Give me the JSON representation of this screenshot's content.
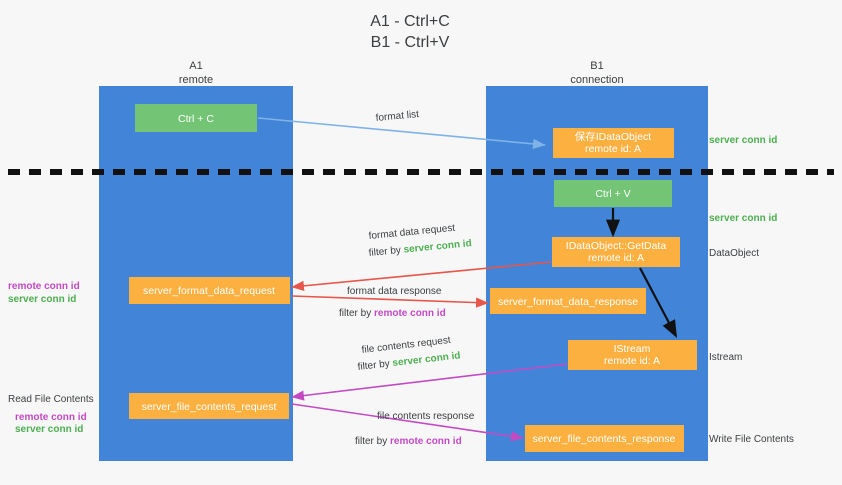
{
  "title": {
    "line1": "A1 - Ctrl+C",
    "line2": "B1 - Ctrl+V"
  },
  "columns": [
    {
      "name": "A1",
      "sub": "remote"
    },
    {
      "name": "B1",
      "sub": "connection"
    }
  ],
  "colors": {
    "lane": "#4285d8",
    "green_box": "#74c476",
    "orange_box": "#fbb040",
    "green_text": "#4caf50",
    "magenta_text": "#c44ac4",
    "blue_arrow": "#7fb3e8",
    "red_arrow": "#e8554a",
    "magenta_arrow": "#c44ac4",
    "black_arrow": "#111111",
    "background": "#f7f7f7"
  },
  "nodes": {
    "ctrl_c": {
      "label": "Ctrl + C"
    },
    "ctrl_v": {
      "label": "Ctrl + V"
    },
    "store_dataobject": {
      "line1": "保存IDataObject",
      "line2": "remote id: A"
    },
    "getdata": {
      "line1": "IDataObject::GetData",
      "line2": "remote id: A"
    },
    "istream": {
      "line1": "IStream",
      "line2": "remote id: A"
    },
    "server_format_data_request": {
      "label": "server_format_data_request"
    },
    "server_format_data_response": {
      "label": "server_format_data_response"
    },
    "server_file_contents_request": {
      "label": "server_file_contents_request"
    },
    "server_file_contents_response": {
      "label": "server_file_contents_response"
    }
  },
  "edges": {
    "format_list": {
      "label": "format list"
    },
    "format_data_request": {
      "line1": "format data request",
      "filter_prefix": "filter by ",
      "filter_value": "server conn id"
    },
    "format_data_response": {
      "line1": "format data response",
      "filter_prefix": "filter by ",
      "filter_value": "remote conn id"
    },
    "file_contents_request": {
      "line1": "file contents request",
      "filter_prefix": "filter by ",
      "filter_value": "server conn id"
    },
    "file_contents_response": {
      "line1": "file contents response",
      "filter_prefix": "filter by ",
      "filter_value": "remote conn id"
    }
  },
  "right_notes": {
    "note1": "server conn id",
    "note2": "server conn id",
    "dataobject": "DataObject",
    "istream": "Istream",
    "write_file_contents": "Write File Contents"
  },
  "left_notes": {
    "group1": {
      "remote": "remote conn id",
      "server": "server conn id"
    },
    "group2": {
      "title": "Read File Contents",
      "remote": "remote conn id",
      "server": "server conn id"
    }
  }
}
